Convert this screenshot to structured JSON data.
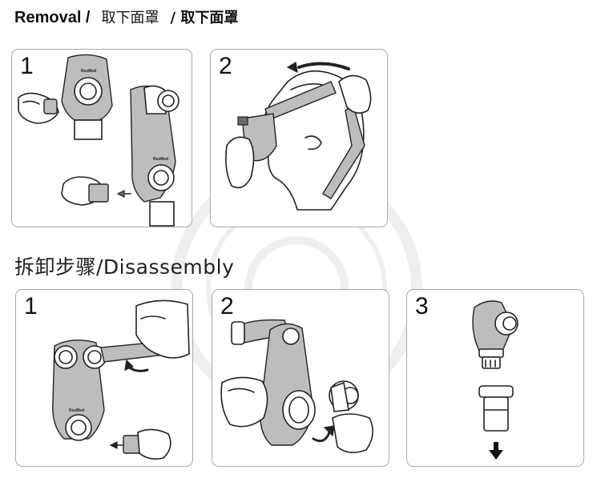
{
  "header": {
    "title_en": "Removal /",
    "title_zh": "取下面罩",
    "title_zh_bold": "/ 取下面罩"
  },
  "section2": {
    "title": "拆卸步骤/Disassembly"
  },
  "removal_steps": [
    {
      "number": "1",
      "brand": "ResMed",
      "brand2": "ResMed"
    },
    {
      "number": "2"
    }
  ],
  "disassembly_steps": [
    {
      "number": "1",
      "brand": "ResMed"
    },
    {
      "number": "2"
    },
    {
      "number": "3"
    }
  ],
  "colors": {
    "panel_border": "#a9a9a9",
    "fill_gray": "#bdbdbd",
    "ink": "#222222"
  }
}
